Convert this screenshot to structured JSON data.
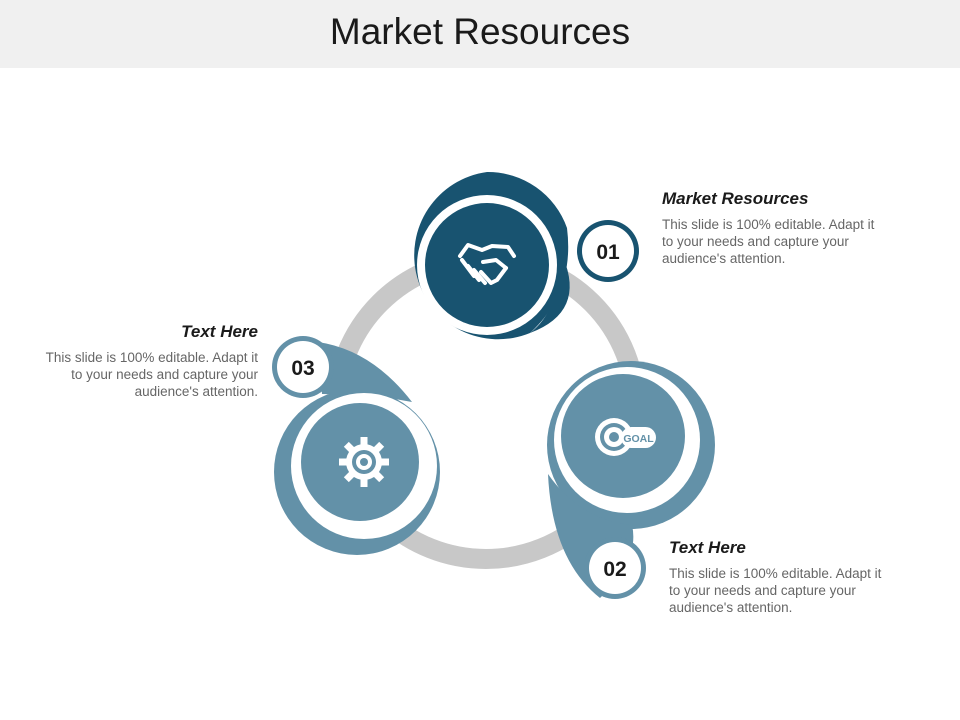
{
  "title": "Market Resources",
  "colors": {
    "dark": "#185370",
    "light": "#6391a8",
    "ring": "#c8c8c8",
    "text_body": "#666666"
  },
  "items": [
    {
      "number": "01",
      "heading": "Market Resources",
      "body": "This slide is 100% editable. Adapt it to your needs and capture your audience's attention.",
      "icon": "handshake-icon"
    },
    {
      "number": "02",
      "heading": "Text Here",
      "body": "This slide is 100% editable. Adapt it to your needs and capture your audience's attention.",
      "icon": "goal-target-icon",
      "icon_text": "GOAL"
    },
    {
      "number": "03",
      "heading": "Text Here",
      "body": "This slide is 100% editable. Adapt it to your needs and capture your audience's attention.",
      "icon": "gear-icon"
    }
  ]
}
